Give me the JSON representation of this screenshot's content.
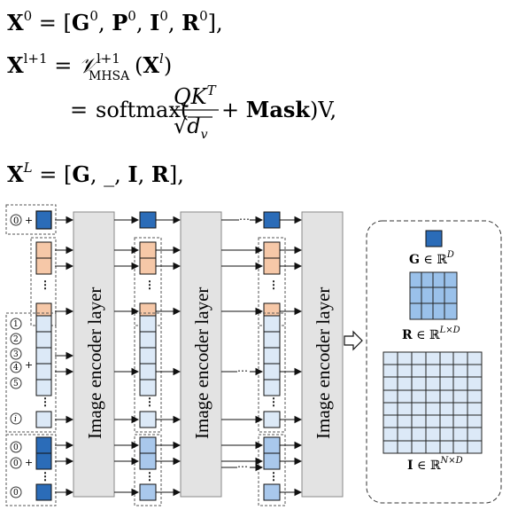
{
  "equations": {
    "eq1": "X⁰ = [G⁰, P⁰, I⁰, R⁰],",
    "eq2": "Xˡ⁺¹ = 𝒱ˡ⁺¹MHSA(Xˡ)",
    "eq3": "= softmax(QKᵀ/√dᵥ + Mask)V,",
    "eq4": "Xᴸ = [G, _, I, R],"
  },
  "eq1": {
    "lhs": "X",
    "lhs_sup": "0",
    "eq": " = [",
    "G": "G",
    "P": "P",
    "I": "I",
    "R": "R",
    "sup0": "0",
    "comma": ", ",
    "close": "],",
    "sep": ","
  },
  "eq2": {
    "lhs": "X",
    "lhs_sup": "l+1",
    "V": "𝒱",
    "V_sup": "l+1",
    "V_sub": "MHSA",
    "arg_open": "(",
    "arg": "X",
    "arg_sup": "l",
    "arg_close": ")",
    "eq": "="
  },
  "eq3": {
    "eq": "=",
    "fn": "softmax(",
    "num": "QK",
    "num_sup": "T",
    "den": "√",
    "den_d": "d",
    "den_sub": "v",
    "plus": " + ",
    "mask": "Mask",
    "tail": ")V,",
    "sep": ","
  },
  "eq4": {
    "lhs": "X",
    "lhs_sup": "L",
    "eq": " = [",
    "G": "G",
    "comma": ", ",
    "blank": "_",
    "I": "I",
    "R": "R",
    "close": "],",
    "sep": ","
  },
  "layers": {
    "label": "Image encoder layer"
  },
  "markers": {
    "zero": "0",
    "one": "1",
    "two": "2",
    "three": "3",
    "four": "4",
    "five": "5",
    "i": "i",
    "plus": "+",
    "dots": "⋯"
  },
  "output": {
    "G": {
      "symbol": "G",
      "in": "∈",
      "space": "ℝ",
      "dim": "D"
    },
    "R": {
      "symbol": "R",
      "in": "∈",
      "space": "ℝ",
      "dim": "L×D"
    },
    "I": {
      "symbol": "I",
      "in": "∈",
      "space": "ℝ",
      "dim": "N×D"
    }
  },
  "colors": {
    "global": "#2b6cb8",
    "prompt": "#f6c8a8",
    "image": "#dce9f7",
    "reg_dark": "#2b6cb8",
    "reg_light": "#a9c8ec",
    "layer": "#e3e3e3",
    "R_grid": "#9ac1ea"
  }
}
